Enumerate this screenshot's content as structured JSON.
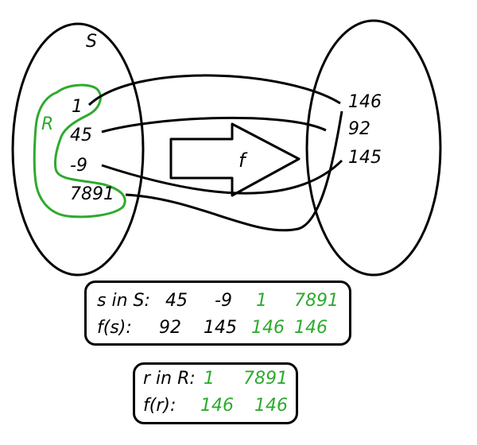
{
  "set_s": {
    "name": "S",
    "elements": [
      "1",
      "45",
      "-9",
      "7891"
    ]
  },
  "subset_r": {
    "name": "R",
    "color": "#2eaa2e"
  },
  "codomain": {
    "elements": [
      "146",
      "92",
      "145"
    ]
  },
  "function": {
    "name": "f"
  },
  "table_s": {
    "header_label": "s in S:",
    "values_s": [
      "45",
      "-9",
      "1",
      "7891"
    ],
    "row_label": "f(s):",
    "values_f": [
      "92",
      "145",
      "146",
      "146"
    ]
  },
  "table_r": {
    "header_label": "r in R:",
    "values_r": [
      "1",
      "7891"
    ],
    "row_label": "f(r):",
    "values_f": [
      "146",
      "146"
    ]
  },
  "colors": {
    "ink": "#000000",
    "subset": "#2eaa2e"
  }
}
